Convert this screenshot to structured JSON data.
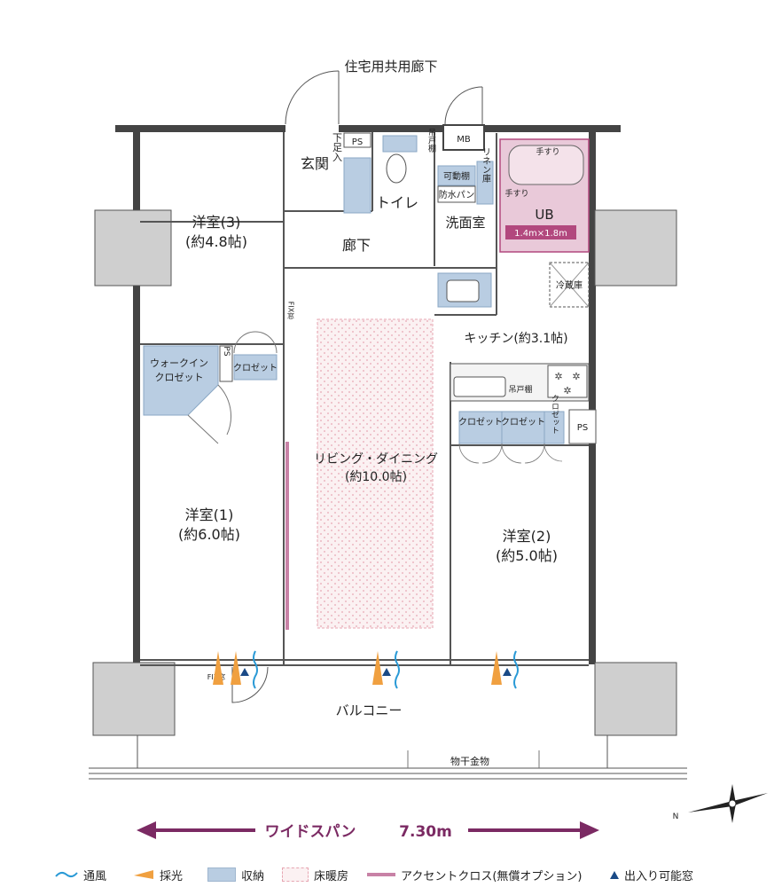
{
  "labels": {
    "corridor_public": "住宅用共用廊下",
    "ps": "PS",
    "mb": "MB",
    "entrance": "玄関",
    "shoe": "下足入",
    "toilet": "トイレ",
    "hanging_shelf": "吊戸棚",
    "movable_shelf": "可動棚",
    "waterproof_pan": "防水パン",
    "linen": "リネン庫",
    "handrail": "手すり",
    "ub": "UB",
    "ub_size": "1.4m×1.8m",
    "washroom": "洗面室",
    "hallway": "廊下",
    "room3_name": "洋室(3)",
    "room3_size": "(約4.8帖)",
    "fridge": "冷蔵庫",
    "fix_window": "FIX窓",
    "kitchen": "キッチン(約3.1帖)",
    "walkin1": "ウォークイン",
    "walkin2": "クロゼット",
    "closet": "クロゼット",
    "living": "リビング・ダイニング",
    "living_size": "(約10.0帖)",
    "room1_name": "洋室(1)",
    "room1_size": "(約6.0帖)",
    "room2_name": "洋室(2)",
    "room2_size": "(約5.0帖)",
    "balcony": "バルコニー",
    "laundry": "物干金物",
    "span_label": "ワイドスパン",
    "span_value": "7.30m",
    "north": "N"
  },
  "legend": {
    "ventilation": "通風",
    "lighting": "採光",
    "storage": "収納",
    "floor_heating": "床暖房",
    "accent_cross": "アクセントクロス(無償オプション)",
    "access_window": "出入り可能窓"
  },
  "colors": {
    "storage": "#b9cde2",
    "ub_fill": "#e9c9d9",
    "ub_border": "#b2487e",
    "floor_heating": "#e7a6b2",
    "accent": "#c882a6",
    "arrow": "#7b2a63",
    "wind": "#2a9ad6",
    "light": "#f0a040",
    "pillar": "#cfcfcf",
    "wall": "#444444",
    "triangle": "#1a4a86"
  }
}
